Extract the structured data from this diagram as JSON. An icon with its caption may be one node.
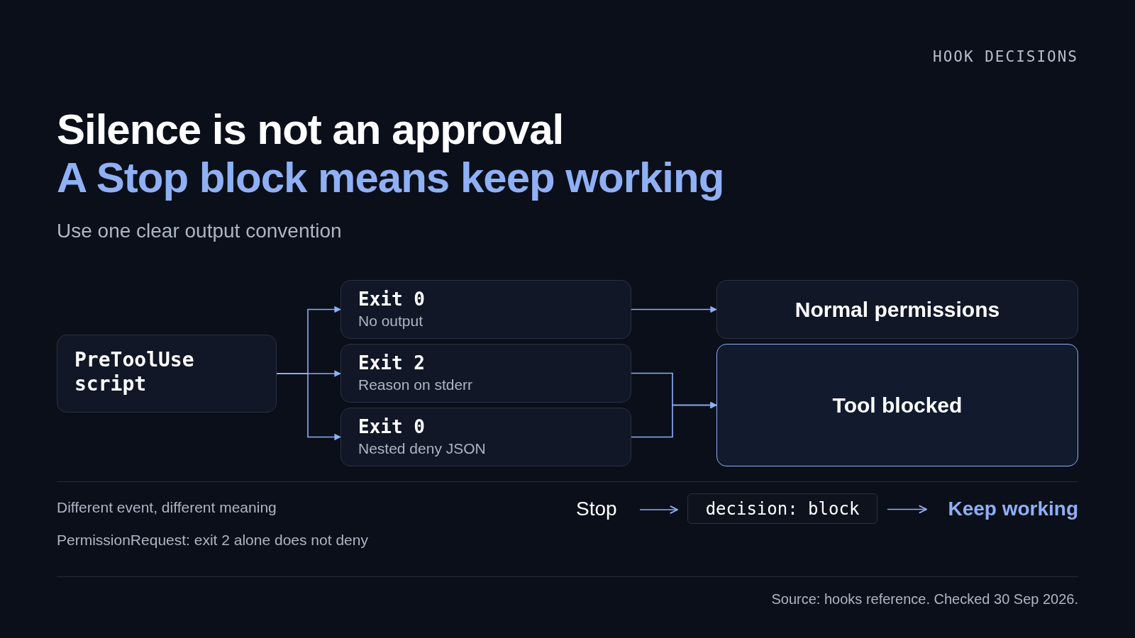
{
  "diagram": {
    "title": "Silence is not an approval",
    "caption": "Source: hooks reference. Checked 30 Sep 2026.",
    "nodes": [
      {
        "text": [
          "PreToolUse script"
        ]
      },
      {
        "text": [
          "Exit 0",
          "No output"
        ]
      },
      {
        "text": [
          "Exit 2",
          "Reason on stderr"
        ]
      },
      {
        "text": [
          "Exit 0",
          "Nested deny JSON"
        ]
      },
      {
        "text": [
          "Normal permissions"
        ]
      },
      {
        "text": [
          "Tool blocked"
        ]
      },
      {
        "text": [
          "Stop"
        ]
      },
      {
        "text": [
          "decision: block"
        ]
      },
      {
        "text": [
          "Keep working"
        ]
      }
    ],
    "edges": [
      {
        "from": 0,
        "to": 1,
        "arrow": "to"
      },
      {
        "from": 0,
        "to": 2,
        "arrow": "to"
      },
      {
        "from": 0,
        "to": 3,
        "arrow": "to"
      },
      {
        "from": 1,
        "to": 4,
        "arrow": "to"
      },
      {
        "from": 2,
        "to": 5,
        "arrow": "to"
      },
      {
        "from": 3,
        "to": 5,
        "arrow": "to"
      },
      {
        "from": 6,
        "to": 7,
        "arrow": "to"
      },
      {
        "from": 7,
        "to": 8,
        "arrow": "to"
      }
    ],
    "labels": [
      "HOOK DECISIONS",
      "A Stop block means keep working",
      "Use one clear output convention",
      "Different event, different meaning",
      "PermissionRequest: exit 2 alone does not deny"
    ]
  }
}
